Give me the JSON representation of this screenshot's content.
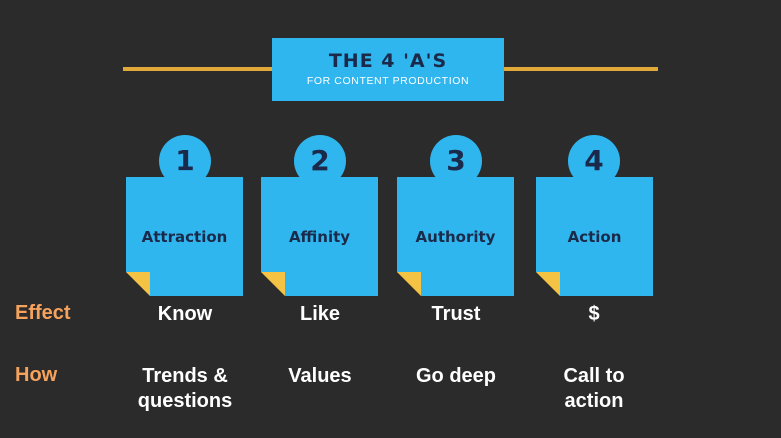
{
  "title": {
    "main": "THE 4 'A'S",
    "sub": "FOR CONTENT PRODUCTION"
  },
  "columns": [
    {
      "number": "1",
      "name": "Attraction",
      "effect": "Know",
      "how": "Trends &\nquestions"
    },
    {
      "number": "2",
      "name": "Affinity",
      "effect": "Like",
      "how": "Values"
    },
    {
      "number": "3",
      "name": "Authority",
      "effect": "Trust",
      "how": "Go deep"
    },
    {
      "number": "4",
      "name": "Action",
      "effect": "$",
      "how": "Call to\naction"
    }
  ],
  "rows": {
    "effect_label": "Effect",
    "how_label": "How"
  },
  "colors": {
    "background": "#2b2b2b",
    "card_blue": "#2fb6ee",
    "navy_text": "#1b2a4a",
    "fold_yellow": "#f4c344",
    "row_label_orange": "#f5a25d",
    "line_gold": "#e0a93a"
  }
}
